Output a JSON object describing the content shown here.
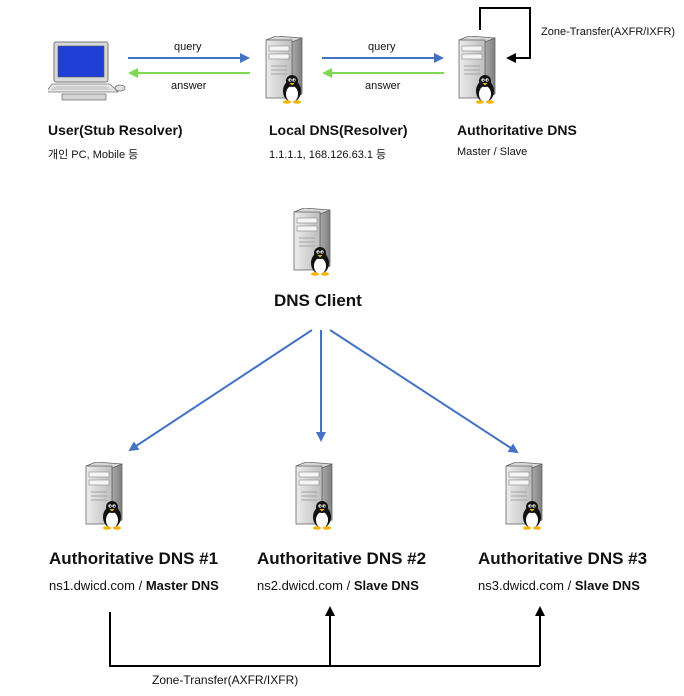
{
  "top": {
    "user": {
      "title": "User(Stub Resolver)",
      "sub": "개인 PC, Mobile 등"
    },
    "local": {
      "title": "Local DNS(Resolver)",
      "sub": "1.1.1.1, 168.126.63.1 등"
    },
    "auth": {
      "title": "Authoritative DNS",
      "sub": "Master / Slave"
    },
    "query1": "query",
    "answer1": "answer",
    "query2": "query",
    "answer2": "answer",
    "zone_transfer": "Zone-Transfer(AXFR/IXFR)"
  },
  "bottom": {
    "client_title": "DNS Client",
    "servers": [
      {
        "title": "Authoritative DNS #1",
        "host": "ns1.dwicd.com",
        "sep": " / ",
        "role": "Master DNS"
      },
      {
        "title": "Authoritative DNS #2",
        "host": "ns2.dwicd.com",
        "sep": " / ",
        "role": "Slave DNS"
      },
      {
        "title": "Authoritative DNS #3",
        "host": "ns3.dwicd.com",
        "sep": " / ",
        "role": "Slave DNS"
      }
    ],
    "zone_transfer": "Zone-Transfer(AXFR/IXFR)"
  },
  "colors": {
    "query_arrow": "#4472c4",
    "answer_arrow": "#7ed957",
    "client_arrow": "#4472c4",
    "line": "#000000"
  }
}
